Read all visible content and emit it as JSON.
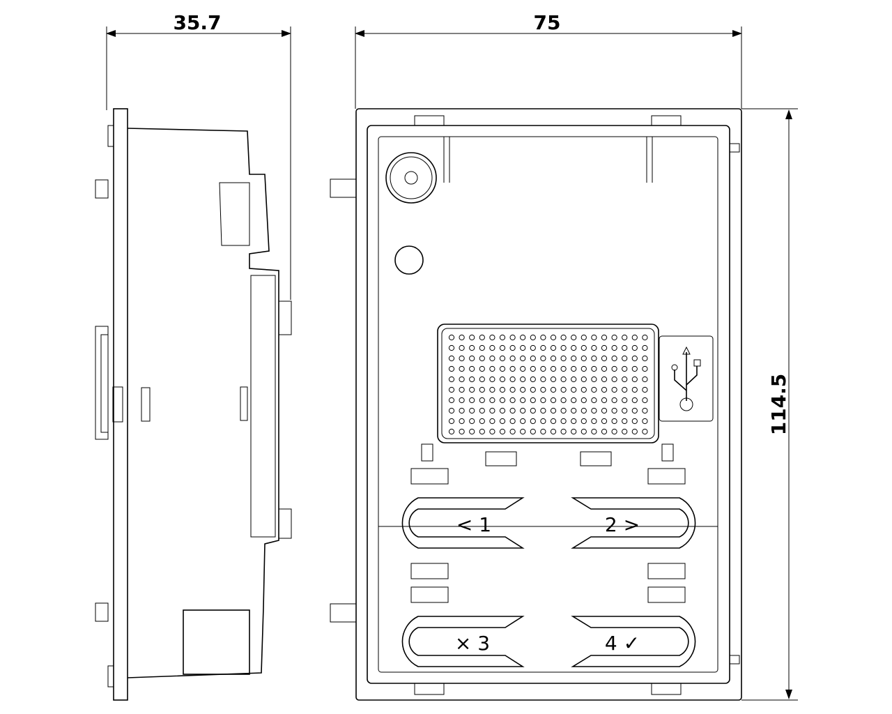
{
  "dimensions": {
    "depth": "35.7",
    "width": "75",
    "height": "114.5"
  },
  "buttons": [
    {
      "label": "< 1"
    },
    {
      "label": "2 >"
    },
    {
      "label": "× 3"
    },
    {
      "label": "4 ✓"
    }
  ],
  "icons": [
    "camera-lens-icon",
    "led-indicator-icon",
    "speaker-grille",
    "usb-icon"
  ]
}
